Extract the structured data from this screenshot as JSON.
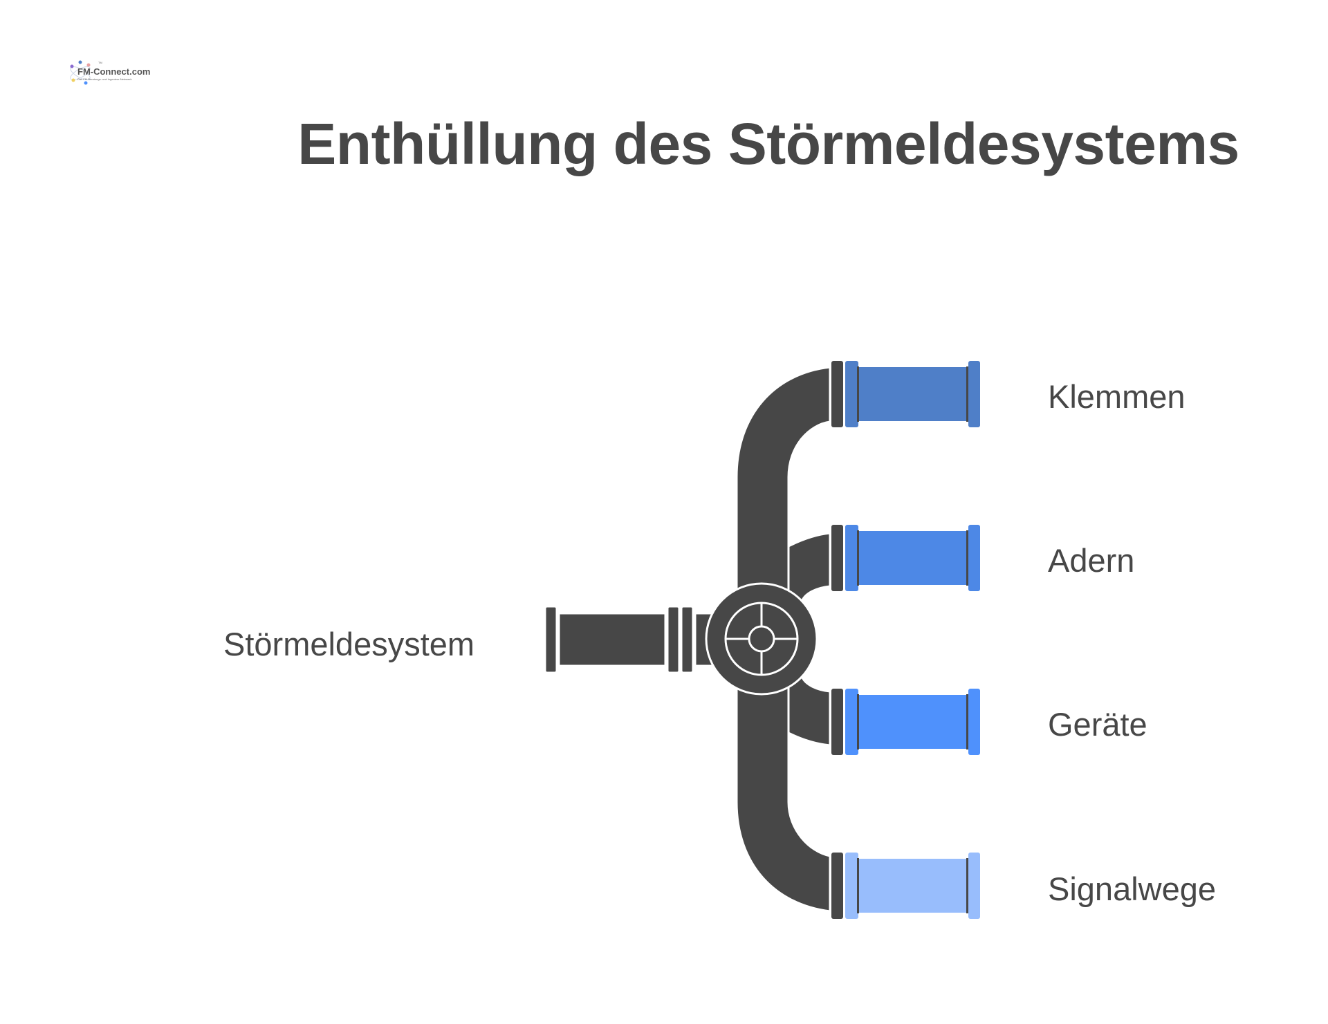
{
  "logo": {
    "name": "FM-Connect.com",
    "tagline": "Das FM-Beratungs- und Ingenieur-Netzwerk",
    "tm": "TM"
  },
  "title": "Enthüllung des Störmeldesystems",
  "source": {
    "label": "Störmeldesystem"
  },
  "branches": [
    {
      "label": "Klemmen",
      "color": "#4f7fc8"
    },
    {
      "label": "Adern",
      "color": "#4d88e6"
    },
    {
      "label": "Geräte",
      "color": "#4f91fc"
    },
    {
      "label": "Signalwege",
      "color": "#98bdfc"
    }
  ],
  "colors": {
    "pipe": "#474747",
    "text": "#474747"
  }
}
